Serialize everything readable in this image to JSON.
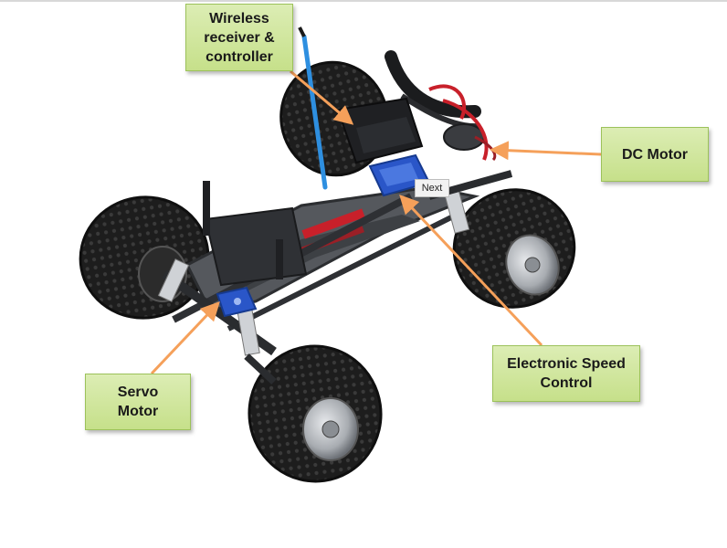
{
  "labels": {
    "wireless": "Wireless\nreceiver &\ncontroller",
    "dc_motor": "DC Motor",
    "esc": "Electronic Speed\nControl",
    "servo": "Servo\nMotor"
  },
  "next_tag": "Next",
  "colors": {
    "callout_fill": "#c6e08a",
    "callout_border": "#9cc25a",
    "arrow": "#f5a05a",
    "chassis": "#4a4d52",
    "tire": "#1c1c1c",
    "rim": "#b9bcc0",
    "esc_blue": "#2a56c8",
    "antenna_blue": "#2e8fe0",
    "wire_red": "#c8202a"
  }
}
